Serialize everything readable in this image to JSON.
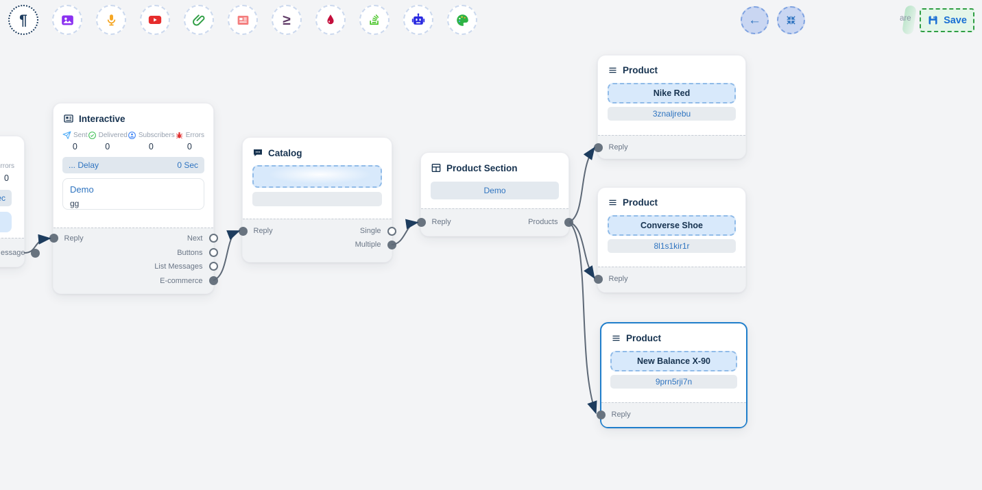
{
  "toolbar": {
    "items": [
      {
        "name": "text-icon",
        "glyph": "¶",
        "color": "#1d3c5e",
        "active": true
      },
      {
        "name": "image-icon",
        "color": "#8b31f0"
      },
      {
        "name": "microphone-icon",
        "color": "#f5a623"
      },
      {
        "name": "video-icon",
        "color": "#e62d2d"
      },
      {
        "name": "attachment-icon",
        "color": "#2f9e44"
      },
      {
        "name": "newspaper-icon",
        "color": "#f47f7f"
      },
      {
        "name": "greater-equal-icon",
        "glyph": "≥",
        "color": "#5f3a66"
      },
      {
        "name": "droplet-icon",
        "color": "#c40f3c"
      },
      {
        "name": "stack-icon",
        "color": "#47c425"
      },
      {
        "name": "robot-icon",
        "color": "#2a2ae0"
      },
      {
        "name": "palette-icon",
        "color": "#2eb344"
      }
    ]
  },
  "topbar": {
    "back_glyph": "←",
    "save_label": "Save",
    "hidden_fragment": "are",
    "accent_blue": "#2f74c0",
    "save_green": "#2f9e44"
  },
  "left_node": {
    "errors_label": "Errors",
    "errors_value": "0",
    "delay_value": "Sec",
    "port_label": "essage"
  },
  "interactive": {
    "title": "Interactive",
    "stats": [
      {
        "icon": "send-icon",
        "label": "Sent",
        "value": "0"
      },
      {
        "icon": "delivered-icon",
        "label": "Delivered",
        "value": "0"
      },
      {
        "icon": "subscribers-icon",
        "label": "Subscribers",
        "value": "0"
      },
      {
        "icon": "errors-icon",
        "label": "Errors",
        "value": "0"
      }
    ],
    "delay_label": "... Delay",
    "delay_value": "0 Sec",
    "card_title": "Demo",
    "card_body": "gg",
    "input_label": "Reply",
    "outputs": [
      {
        "label": "Next",
        "connected": false
      },
      {
        "label": "Buttons",
        "connected": false
      },
      {
        "label": "List Messages",
        "connected": false
      },
      {
        "label": "E-commerce",
        "connected": true
      }
    ]
  },
  "catalog": {
    "title": "Catalog",
    "input_label": "Reply",
    "outputs": [
      {
        "label": "Single",
        "connected": false
      },
      {
        "label": "Multiple",
        "connected": true
      }
    ]
  },
  "product_section": {
    "title": "Product Section",
    "field": "Demo",
    "input_label": "Reply",
    "output_label": "Products"
  },
  "products": [
    {
      "title": "Product",
      "name": "Nike Red",
      "id": "3znaljrebu",
      "input_label": "Reply",
      "selected": false
    },
    {
      "title": "Product",
      "name": "Converse Shoe",
      "id": "8l1s1kir1r",
      "input_label": "Reply",
      "selected": false
    },
    {
      "title": "Product",
      "name": "New Balance X-90",
      "id": "9prn5rji7n",
      "input_label": "Reply",
      "selected": true
    }
  ],
  "edges": [
    {
      "from": "left-node.message",
      "to": "interactive.reply"
    },
    {
      "from": "interactive.e-commerce",
      "to": "catalog.reply"
    },
    {
      "from": "catalog.multiple",
      "to": "product-section.reply"
    },
    {
      "from": "product-section.products",
      "to": "product-1.reply"
    },
    {
      "from": "product-section.products",
      "to": "product-2.reply"
    },
    {
      "from": "product-section.products",
      "to": "product-3.reply"
    }
  ]
}
